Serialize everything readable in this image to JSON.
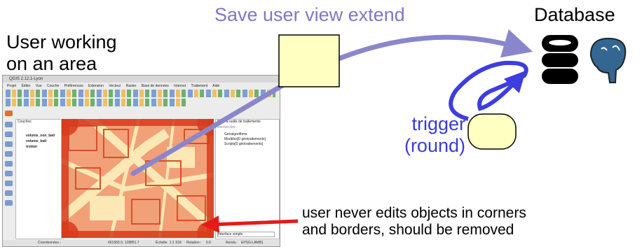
{
  "labels": {
    "save": "Save user view extend",
    "database": "Database",
    "user_working_line1": "User working",
    "user_working_line2": "on an area",
    "trigger_line1": "trigger",
    "trigger_line2": "(round)",
    "never_edits_line1": "user never edits objects in corners",
    "never_edits_line2": "and borders, should be removed"
  },
  "qgis": {
    "title": "QGIS 2.12.1-Lyon",
    "menu": [
      "Projet",
      "Éditer",
      "Vue",
      "Couche",
      "Préférences",
      "Extension",
      "Vecteur",
      "Raster",
      "Base de données",
      "Internet",
      "Traitement",
      "Aide"
    ],
    "layers_title": "Couches",
    "layers": [
      "volume_non_bati",
      "volume_bati",
      "trottoir"
    ],
    "toolbox_title": "Boite à outils de traitements",
    "toolbox_search": "Rechercher...",
    "toolbox_items": [
      "Geoalgorithms",
      "Modèles[0 géotraitements]",
      "Scripts[0 géotraitements]"
    ],
    "toolbox_mode": "Interface simple",
    "status": {
      "coord_label": "Coordonnées :",
      "coord_value": "661583.9, 128851.7",
      "scale_label": "Échelle",
      "scale_value": "1:1 918",
      "rotation_label": "Rotation :",
      "rotation_value": "0.0",
      "render_label": "Rendu",
      "crs": "EPSG:LAMB1"
    }
  },
  "colors": {
    "arrow_purple": "#8a86cc",
    "arrow_blue": "#3d3de0",
    "arrow_red": "#e31b1b",
    "box_fill": "#ffffc2",
    "map_bg": "#f2a078",
    "map_light": "#fbe8b4",
    "map_dark": "#d8502a",
    "edge_red": "#d83a1c"
  }
}
